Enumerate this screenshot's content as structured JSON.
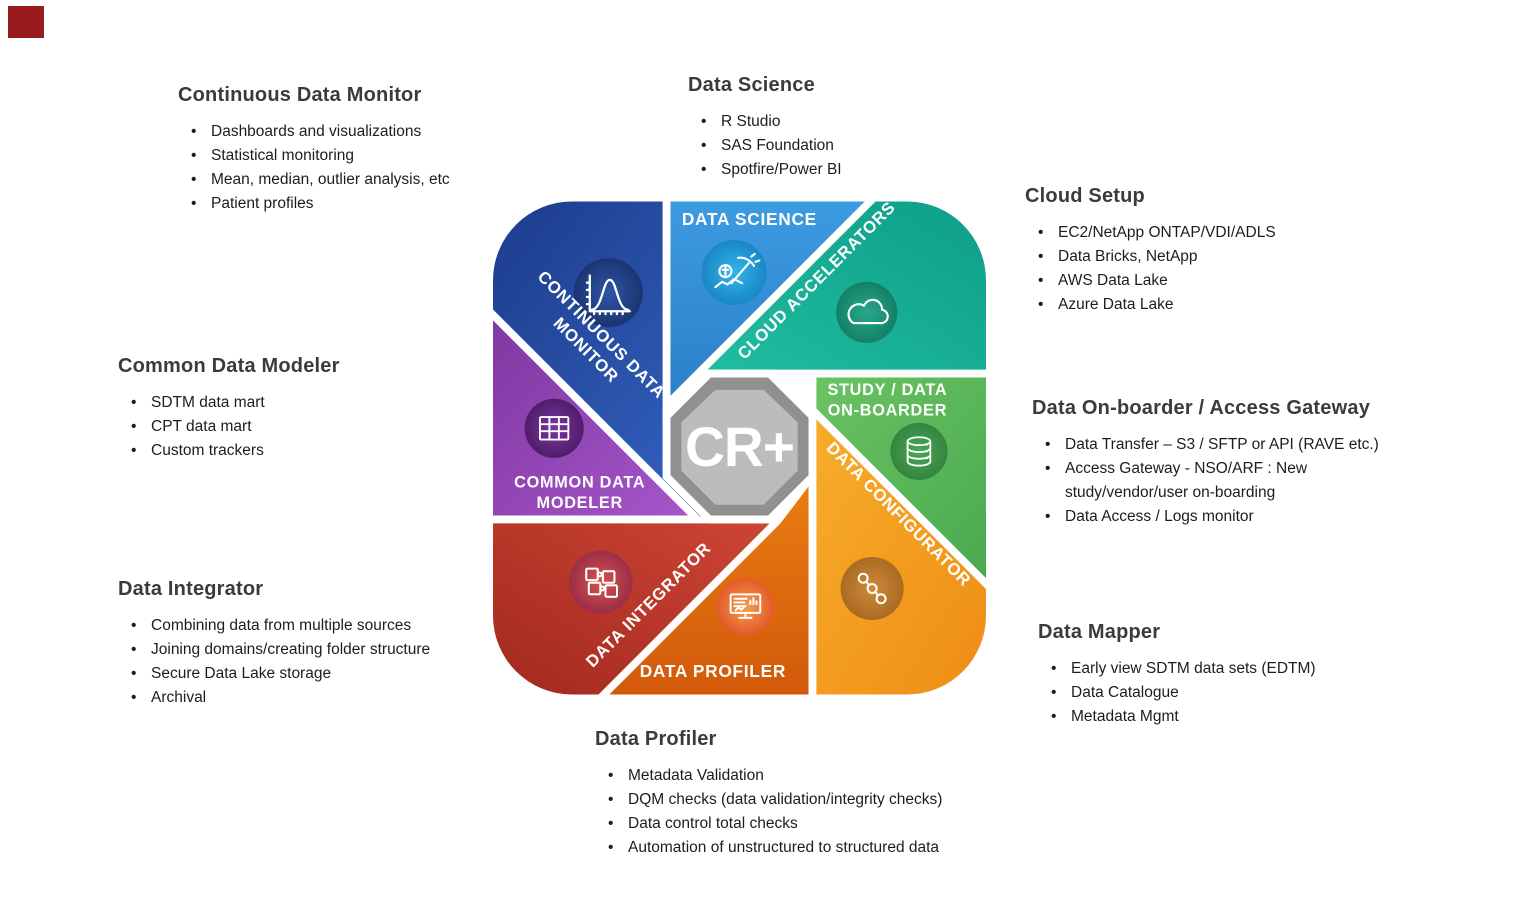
{
  "callouts": [
    {
      "title": "Continuous Data Monitor",
      "items": [
        "Dashboards and visualizations",
        "Statistical monitoring",
        "Mean, median, outlier analysis, etc",
        "Patient profiles"
      ]
    },
    {
      "title": "Data Science",
      "items": [
        "R Studio",
        "SAS Foundation",
        "Spotfire/Power BI"
      ]
    },
    {
      "title": "Cloud Setup",
      "items": [
        "EC2/NetApp ONTAP/VDI/ADLS",
        "Data Bricks, NetApp",
        "AWS Data Lake",
        "Azure Data Lake"
      ]
    },
    {
      "title": "Common Data Modeler",
      "items": [
        "SDTM data mart",
        "CPT data mart",
        "Custom trackers"
      ]
    },
    {
      "title": "Data On-boarder / Access Gateway",
      "items": [
        "Data Transfer – S3 / SFTP or API (RAVE etc.)",
        "Access Gateway - NSO/ARF : New study/vendor/user on-boarding",
        "Data Access / Logs monitor"
      ]
    },
    {
      "title": "Data Integrator",
      "items": [
        "Combining data from multiple sources",
        "Joining domains/creating folder structure",
        "Secure Data Lake storage",
        "Archival"
      ]
    },
    {
      "title": "Data Mapper",
      "items": [
        "Early view SDTM data sets (EDTM)",
        "Data Catalogue",
        "Metadata Mgmt"
      ]
    },
    {
      "title": "Data Profiler",
      "items": [
        "Metadata Validation",
        "DQM checks (data validation/integrity checks)",
        "Data control total checks",
        "Automation of unstructured to structured data"
      ]
    }
  ],
  "diagram": {
    "center_label": "CR+",
    "segments": {
      "continuous_data_monitor": {
        "label_line1": "CONTINUOUS DATA",
        "label_line2": "MONITOR",
        "color": "#2a55ae",
        "icon": "bell-curve-chart-icon"
      },
      "data_science": {
        "label": "DATA SCIENCE",
        "color": "#3090d6",
        "icon": "data-mining-icon"
      },
      "cloud_accelerators": {
        "label": "CLOUD ACCELERATORS",
        "color": "#14ae94",
        "icon": "cloud-icon"
      },
      "study_data_onboarder": {
        "label_line1": "STUDY / DATA",
        "label_line2": "ON-BOARDER",
        "color": "#5cb860",
        "icon": "database-icon"
      },
      "data_configurator": {
        "label": "DATA CONFIGURATOR",
        "color": "#f5a028",
        "icon": "chain-link-icon"
      },
      "data_profiler": {
        "label": "DATA PROFILER",
        "color": "#e06c12",
        "icon": "monitor-chart-icon"
      },
      "data_integrator": {
        "label": "DATA INTEGRATOR",
        "color": "#c23a2b",
        "icon": "puzzle-icon"
      },
      "common_data_modeler": {
        "label_line1": "COMMON DATA",
        "label_line2": "MODELER",
        "color": "#8f44ad",
        "icon": "table-grid-icon"
      }
    },
    "octagon_fill": "#bcbcbc",
    "octagon_border": "#909090"
  }
}
